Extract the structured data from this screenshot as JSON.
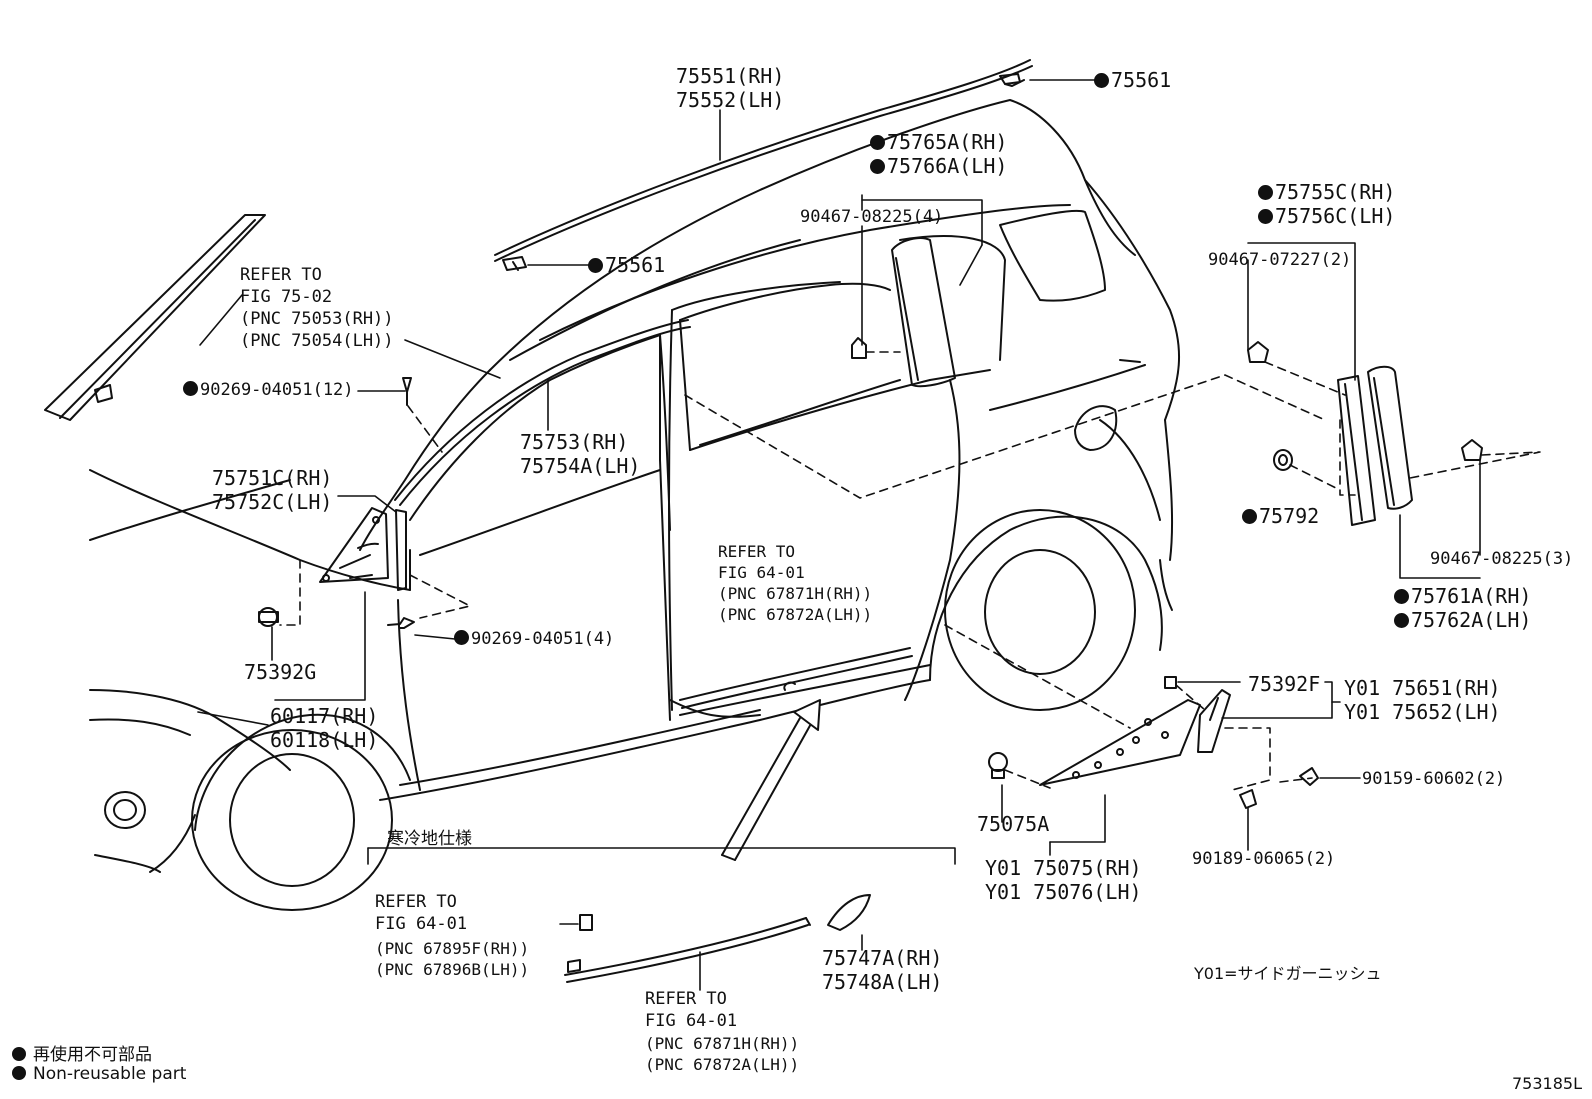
{
  "labels": {
    "roof_molding": [
      "75551(RH)",
      "75552(LH)"
    ],
    "clip_75561_top": "75561",
    "clip_75561_mid": "75561",
    "garnish_75765": [
      "75765A(RH)",
      "75766A(LH)"
    ],
    "clip_90467_08225_4": "90467-08225(4)",
    "garnish_75755": [
      "75755C(RH)",
      "75756C(LH)"
    ],
    "clip_90467_07227_2": "90467-07227(2)",
    "refer_75_02": [
      "REFER TO",
      "FIG 75-02",
      "(PNC 75053(RH))",
      "(PNC 75054(LH))"
    ],
    "screw_90269_12": "90269-04051(12)",
    "molding_75753": [
      "75753(RH)",
      "75754A(LH)"
    ],
    "molding_75751": [
      "75751C(RH)",
      "75752C(LH)"
    ],
    "clip_75792": "75792",
    "clip_90467_08225_3": "90467-08225(3)",
    "garnish_75761": [
      "75761A(RH)",
      "75762A(LH)"
    ],
    "refer_64_01_door": [
      "REFER TO",
      "FIG 64-01",
      "(PNC 67871H(RH))",
      "(PNC 67872A(LH))"
    ],
    "screw_90269_4": "90269-04051(4)",
    "clip_75392G": "75392G",
    "part_60117": [
      "60117(RH)",
      "60118(LH)"
    ],
    "clip_75392F": "75392F",
    "garnish_y01_75651": [
      "Y01 75651(RH)",
      "Y01 75652(LH)"
    ],
    "clip_90159": "90159-60602(2)",
    "clip_75075A": "75075A",
    "clip_90189": "90189-06065(2)",
    "garnish_y01_75075": [
      "Y01 75075(RH)",
      "Y01 75076(LH)"
    ],
    "cold_spec": "寒冷地仕様",
    "refer_64_01_left": [
      "REFER TO",
      "FIG 64-01",
      "(PNC 67895F(RH))",
      "(PNC 67896B(LH))"
    ],
    "refer_64_01_bottom": [
      "REFER TO",
      "FIG 64-01",
      "(PNC 67871H(RH))",
      "(PNC 67872A(LH))"
    ],
    "part_75747": [
      "75747A(RH)",
      "75748A(LH)"
    ],
    "y01_note": "Y01=サイドガーニッシュ",
    "legend_jp": "再使用不可部品",
    "legend_en": "Non-reusable part",
    "figure_code": "753185L"
  }
}
